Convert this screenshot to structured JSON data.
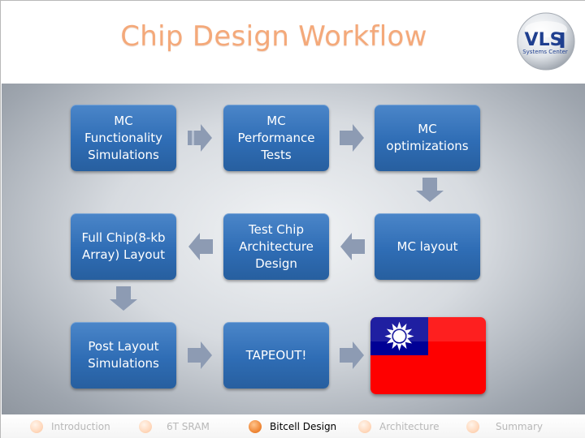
{
  "slide": {
    "title": "Chip Design Workflow",
    "logo": {
      "text_main": "VLS",
      "text_sub": "Systems Center",
      "icon": "vlsi-logo-icon"
    }
  },
  "workflow": {
    "steps": [
      {
        "id": "mc-functionality",
        "label": "MC\nFunctionality\nSimulations"
      },
      {
        "id": "mc-performance",
        "label": "MC\nPerformance\nTests"
      },
      {
        "id": "mc-optimizations",
        "label": "MC\noptimizations"
      },
      {
        "id": "full-chip",
        "label": "Full Chip(8-kb\nArray) Layout"
      },
      {
        "id": "test-chip",
        "label": "Test Chip\nArchitecture\nDesign"
      },
      {
        "id": "mc-layout",
        "label": "MC layout"
      },
      {
        "id": "post-layout",
        "label": "Post Layout\nSimulations"
      },
      {
        "id": "tapeout",
        "label": "TAPEOUT!"
      }
    ],
    "box_color": "#2f6db5",
    "arrow_color": "#8d9bb3"
  },
  "flag": {
    "icon": "taiwan-flag-icon",
    "colors": {
      "red": "#fe0000",
      "blue": "#000095",
      "sun": "#ffffff"
    }
  },
  "footer": {
    "nav": [
      {
        "label": "Introduction",
        "active": false
      },
      {
        "label": "6T SRAM",
        "active": false
      },
      {
        "label": "Bitcell Design",
        "active": true
      },
      {
        "label": "Architecture",
        "active": false
      },
      {
        "label": "Summary",
        "active": false
      }
    ],
    "active_color": "#f08a3a",
    "inactive_color": "#ffd9bd"
  }
}
